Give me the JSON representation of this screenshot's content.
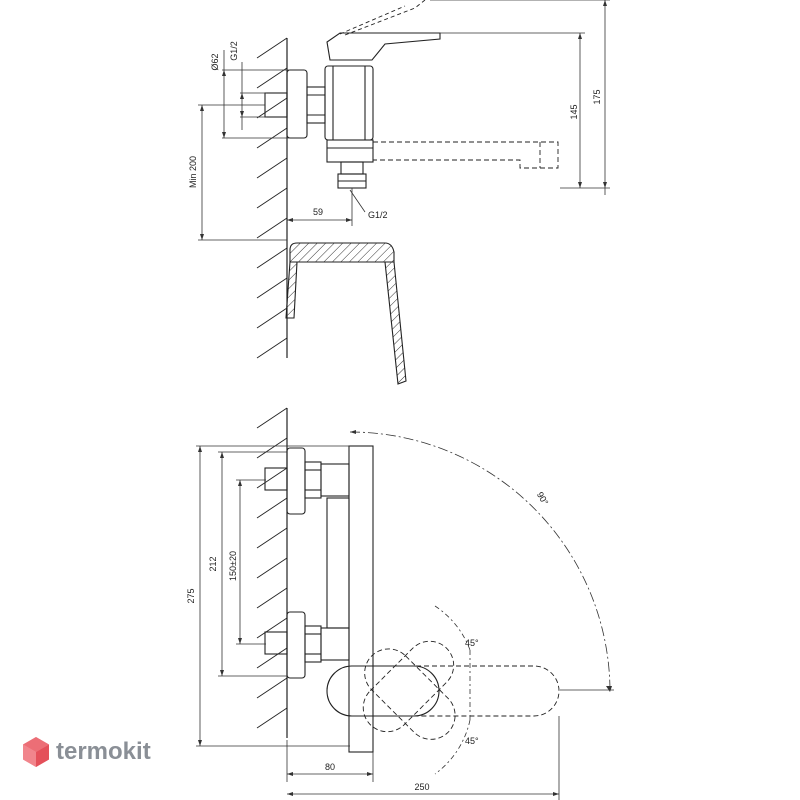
{
  "dimensions": {
    "d62": "Ø62",
    "g12_top": "G1/2",
    "min200": "Min 200",
    "d59": "59",
    "g12_bottom": "G1/2",
    "d145": "145",
    "d175": "175",
    "d275": "275",
    "d212": "212",
    "d150": "150±20",
    "angle90": "90°",
    "angle45_top": "45°",
    "angle45_bottom": "45°",
    "d80": "80",
    "d250": "250"
  },
  "brand": {
    "name": "termokit",
    "logo_icon": "hexagon-cube-icon",
    "accent_color": "#e4505a"
  }
}
